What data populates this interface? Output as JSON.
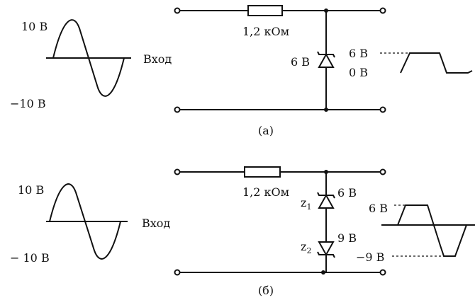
{
  "circuit_a": {
    "input_max": "10 В",
    "input_min": "−10 В",
    "input_label": "Вход",
    "resistor": "1,2 кОм",
    "zener": "6 В",
    "output_high": "6 В",
    "output_low": "0 В",
    "caption": "(а)"
  },
  "circuit_b": {
    "input_max": "10 В",
    "input_min": "− 10 В",
    "input_label": "Вход",
    "resistor": "1,2 кОм",
    "z1_label": "z",
    "z1_sub": "1",
    "z1_voltage": "6 В",
    "z2_label": "z",
    "z2_sub": "2",
    "z2_voltage": "9 В",
    "output_high": "6 В",
    "output_low": "−9 В",
    "caption": "(б)"
  }
}
